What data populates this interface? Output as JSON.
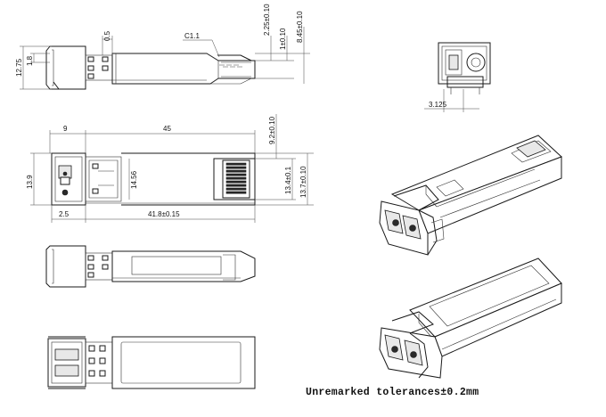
{
  "dims": {
    "top_pitch": "0.5",
    "top_chamfer": "C1.1",
    "top_h1": "2.25±0.10",
    "top_h2": "1±0.10",
    "top_h3": "8.45±0.10",
    "left_h_outer": "12.75",
    "left_h_inner": "1.8",
    "plan_left_len": "9",
    "plan_total_len": "45",
    "plan_height": "13.9",
    "plan_inner_height": "14.56",
    "plan_bottom_offset": "2.5",
    "plan_body_len": "41.8±0.15",
    "plan_conn_w1": "9.2±0.10",
    "plan_conn_w2": "13.4±0.1",
    "plan_conn_w3": "13.7±0.10",
    "end_width": "3.125"
  },
  "note": "Unremarked tolerances±0.2mm"
}
